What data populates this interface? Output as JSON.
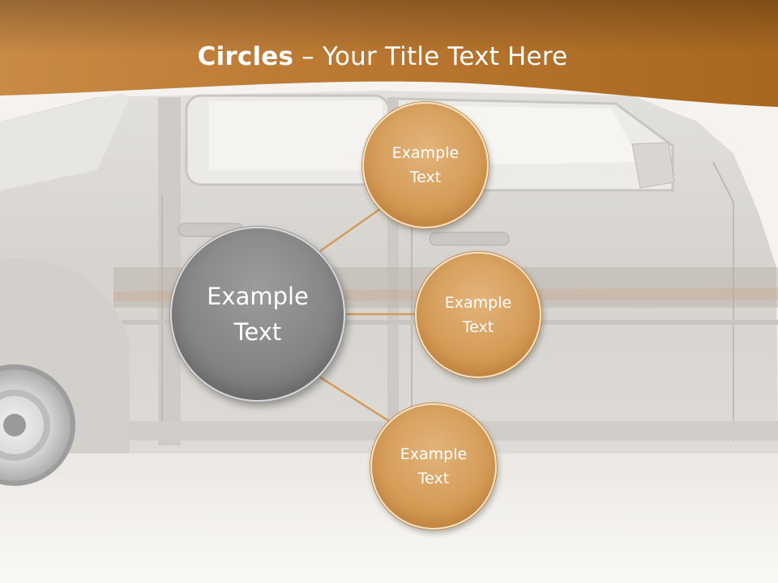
{
  "title": {
    "bold": "Circles",
    "rest": " – Your Title Text Here"
  },
  "diagram": {
    "center": {
      "label": "Example\nText"
    },
    "satellites": [
      {
        "label": "Example\nText"
      },
      {
        "label": "Example\nText"
      },
      {
        "label": "Example\nText"
      }
    ]
  },
  "colors": {
    "header": "#b06f2a",
    "satellite_fill": "#d49a55",
    "center_fill": "#858585",
    "connector": "#d29a5c"
  }
}
